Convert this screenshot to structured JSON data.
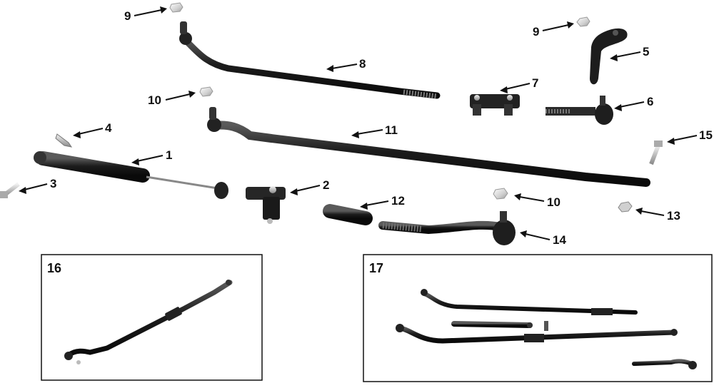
{
  "parts": [
    {
      "id": "p1",
      "number": "1",
      "name": "steering-stabilizer"
    },
    {
      "id": "p2",
      "number": "2",
      "name": "stabilizer-clamp"
    },
    {
      "id": "p3",
      "number": "3",
      "name": "bolt"
    },
    {
      "id": "p4",
      "number": "4",
      "name": "stabilizer-bracket"
    },
    {
      "id": "p5",
      "number": "5",
      "name": "pitman-arm"
    },
    {
      "id": "p6",
      "number": "6",
      "name": "tie-rod-end-outer"
    },
    {
      "id": "p7",
      "number": "7",
      "name": "adjusting-sleeve-clamp"
    },
    {
      "id": "p8",
      "number": "8",
      "name": "drag-link"
    },
    {
      "id": "p9a",
      "number": "9",
      "name": "nut"
    },
    {
      "id": "p9b",
      "number": "9",
      "name": "nut"
    },
    {
      "id": "p10a",
      "number": "10",
      "name": "nut"
    },
    {
      "id": "p10b",
      "number": "10",
      "name": "nut"
    },
    {
      "id": "p11",
      "number": "11",
      "name": "tie-rod"
    },
    {
      "id": "p12",
      "number": "12",
      "name": "adjusting-sleeve"
    },
    {
      "id": "p13",
      "number": "13",
      "name": "nut"
    },
    {
      "id": "p14",
      "number": "14",
      "name": "tie-rod-end"
    },
    {
      "id": "p15",
      "number": "15",
      "name": "bolt"
    }
  ],
  "insets": [
    {
      "id": "inset16",
      "number": "16"
    },
    {
      "id": "inset17",
      "number": "17"
    }
  ]
}
